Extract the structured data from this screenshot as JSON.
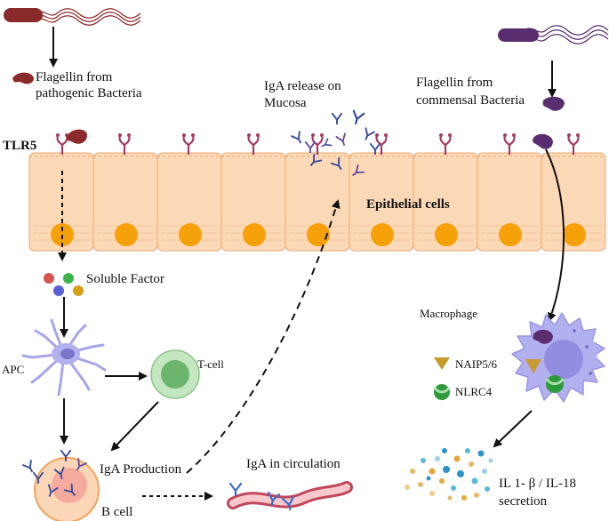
{
  "labels": {
    "flagellin_pathogenic": [
      "Flagellin from",
      "pathogenic Bacteria"
    ],
    "flagellin_commensal": [
      "Flagellin from",
      "commensal Bacteria"
    ],
    "iga_release": [
      "IgA release on",
      "Mucosa"
    ],
    "tlr5": "TLR5",
    "epithelial": "Epithelial cells",
    "soluble_factor": "Soluble Factor",
    "apc": "APC",
    "tcell": "T-cell",
    "iga_production": "IgA Production",
    "bcell": "B cell",
    "iga_circulation": "IgA in circulation",
    "macrophage": "Macrophage",
    "naip": "NAIP5/6",
    "nlrc4": "NLRC4",
    "il_secretion": [
      "IL 1- β / IL-18",
      "secretion"
    ]
  },
  "colors": {
    "cell_fill": "#fcd9b6",
    "cell_stroke": "#e8a673",
    "nucleus": "#f6a00a",
    "pathogen": "#8b2a2a",
    "commensal": "#5a2d6e",
    "receptor": "#a53a62",
    "antibody": "#3a4a9a",
    "macrophage": "#b3b0ef",
    "tcell": "#a8d8a8",
    "bcell": "#fbd7b7"
  }
}
